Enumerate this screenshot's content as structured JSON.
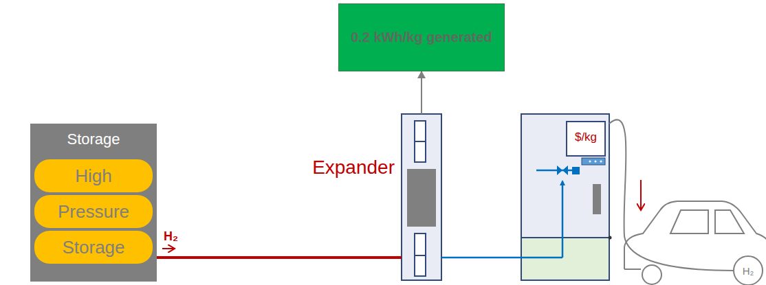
{
  "diagram": {
    "nodes": [
      {
        "text": [
          "Storage"
        ]
      },
      {
        "text": [
          "High"
        ],
        "in": 0
      },
      {
        "text": [
          "Pressure"
        ],
        "in": 0
      },
      {
        "text": [
          "Storage"
        ],
        "in": 0
      },
      {
        "text": [
          "0.2 kWh/kg generated"
        ]
      },
      {
        "text": [
          "Expander"
        ]
      },
      {
        "text": [
          "$/kg"
        ]
      },
      {
        "text": [
          "H₂"
        ]
      }
    ],
    "edges": [
      {
        "from": 0,
        "to": 5,
        "arrow": "none"
      },
      {
        "from": 5,
        "to": 4,
        "arrow": "to"
      },
      {
        "from": 5,
        "to": 6,
        "arrow": "none"
      },
      {
        "from": 6,
        "to": 7,
        "arrow": "none"
      }
    ],
    "labels": [
      "H₂"
    ]
  }
}
